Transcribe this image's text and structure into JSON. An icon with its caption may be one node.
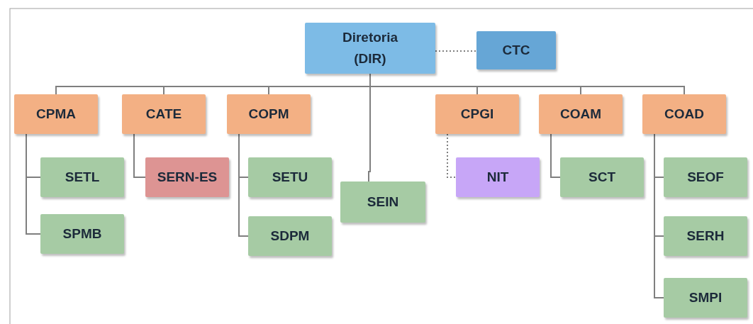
{
  "diagram": {
    "nodes": [
      {
        "text": [
          "Diretoria (DIR)"
        ]
      },
      {
        "text": [
          "CTC"
        ]
      },
      {
        "text": [
          "CPMA"
        ]
      },
      {
        "text": [
          "SETL"
        ]
      },
      {
        "text": [
          "SPMB"
        ]
      },
      {
        "text": [
          "CATE"
        ]
      },
      {
        "text": [
          "SERN-ES"
        ]
      },
      {
        "text": [
          "COPM"
        ]
      },
      {
        "text": [
          "SETU"
        ]
      },
      {
        "text": [
          "SDPM"
        ]
      },
      {
        "text": [
          "SEIN"
        ]
      },
      {
        "text": [
          "CPGI"
        ]
      },
      {
        "text": [
          "NIT"
        ]
      },
      {
        "text": [
          "COAM"
        ]
      },
      {
        "text": [
          "SCT"
        ]
      },
      {
        "text": [
          "COAD"
        ]
      },
      {
        "text": [
          "SEOF"
        ]
      },
      {
        "text": [
          "SERH"
        ]
      },
      {
        "text": [
          "SMPI"
        ]
      }
    ],
    "edges": [
      {
        "from": 0,
        "to": 1,
        "arrow": "none",
        "style": "dashed"
      },
      {
        "from": 0,
        "to": 2,
        "arrow": "none"
      },
      {
        "from": 0,
        "to": 5,
        "arrow": "none"
      },
      {
        "from": 0,
        "to": 7,
        "arrow": "none"
      },
      {
        "from": 0,
        "to": 10,
        "arrow": "none"
      },
      {
        "from": 0,
        "to": 11,
        "arrow": "none"
      },
      {
        "from": 0,
        "to": 13,
        "arrow": "none"
      },
      {
        "from": 0,
        "to": 15,
        "arrow": "none"
      },
      {
        "from": 2,
        "to": 3,
        "arrow": "none"
      },
      {
        "from": 2,
        "to": 4,
        "arrow": "none"
      },
      {
        "from": 5,
        "to": 6,
        "arrow": "none"
      },
      {
        "from": 7,
        "to": 8,
        "arrow": "none"
      },
      {
        "from": 7,
        "to": 9,
        "arrow": "none"
      },
      {
        "from": 11,
        "to": 12,
        "arrow": "none",
        "style": "dashed"
      },
      {
        "from": 13,
        "to": 14,
        "arrow": "none"
      },
      {
        "from": 15,
        "to": 16,
        "arrow": "none"
      },
      {
        "from": 15,
        "to": 17,
        "arrow": "none"
      },
      {
        "from": 15,
        "to": 18,
        "arrow": "none"
      }
    ]
  }
}
